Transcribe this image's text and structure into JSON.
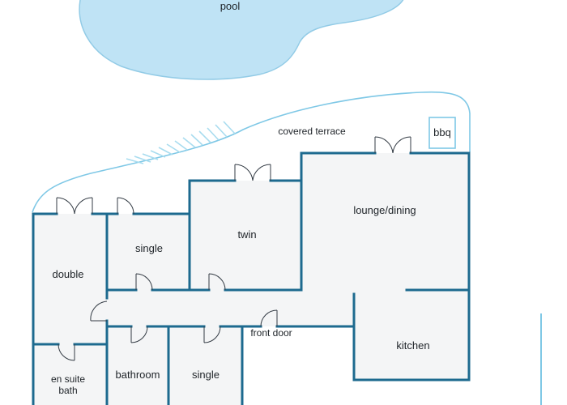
{
  "labels": {
    "pool": "pool",
    "covered_terrace": "covered terrace",
    "bbq": "bbq",
    "lounge_dining": "lounge/dining",
    "twin": "twin",
    "single_upper": "single",
    "double": "double",
    "kitchen": "kitchen",
    "front_door": "front door",
    "bathroom": "bathroom",
    "single_lower": "single",
    "en_suite_line1": "en suite",
    "en_suite_line2": "bath"
  },
  "colors": {
    "pool_fill": "#bfe3f5",
    "pool_edge": "#92cbe6",
    "wall": "#1d6a8f",
    "terrace_outline": "#7fc8e6",
    "room_fill": "#f4f5f6"
  }
}
